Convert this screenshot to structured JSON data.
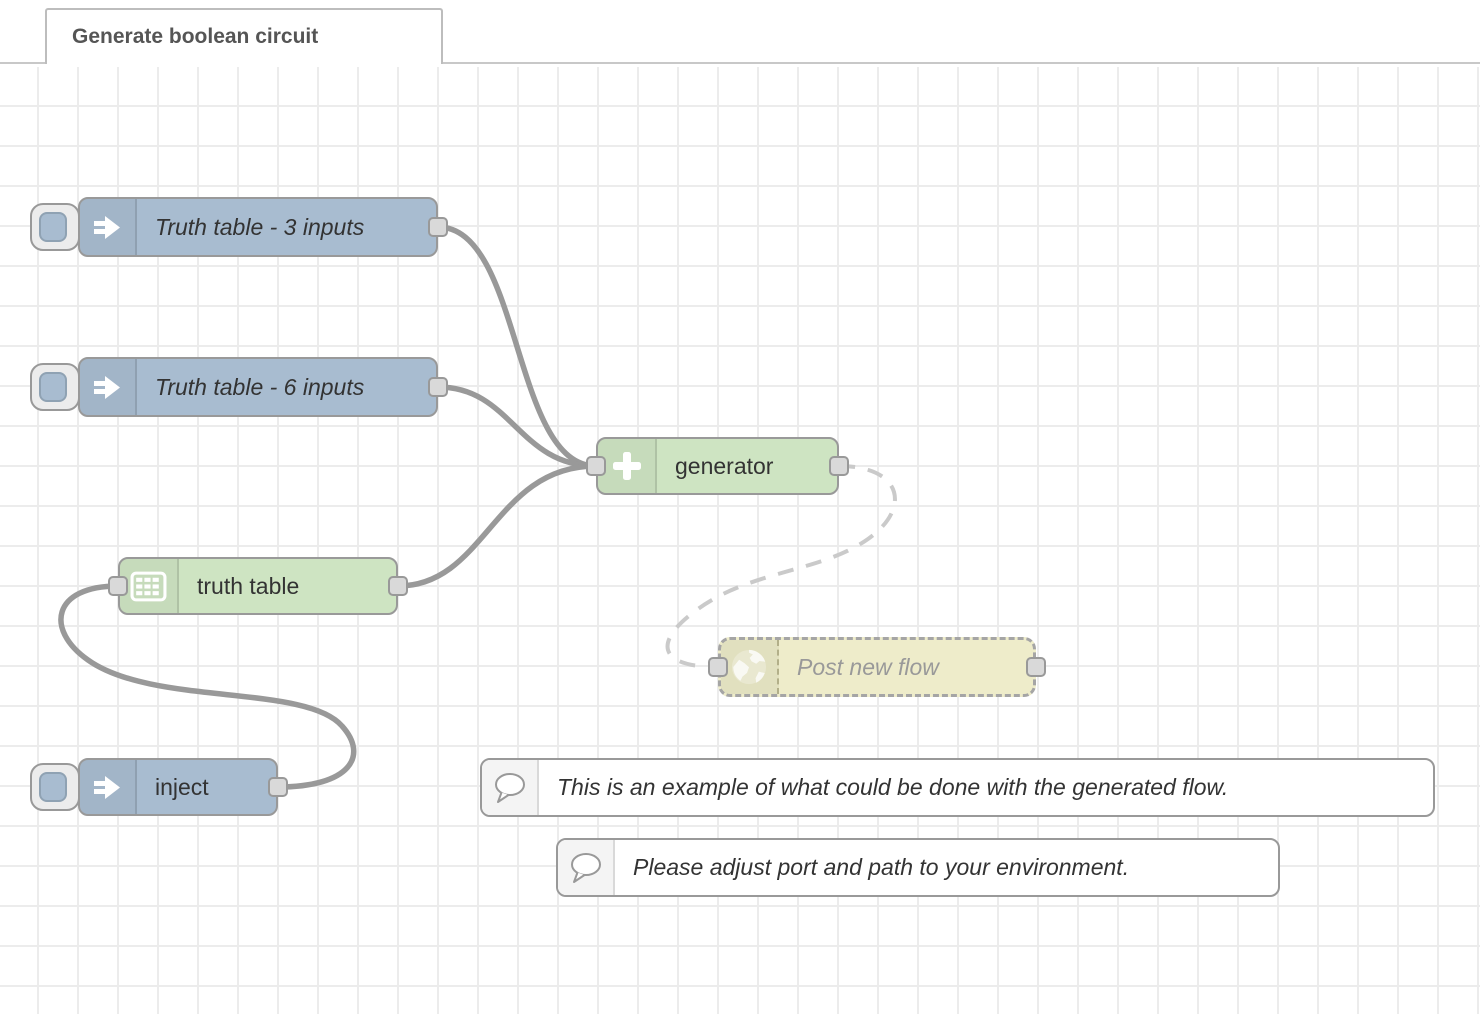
{
  "tab": {
    "label": "Generate boolean circuit"
  },
  "nodes": {
    "tt3": {
      "label": "Truth table - 3 inputs",
      "type": "inject",
      "icon": "inject-arrow-icon"
    },
    "tt6": {
      "label": "Truth table - 6 inputs",
      "type": "inject",
      "icon": "inject-arrow-icon"
    },
    "generator": {
      "label": "generator",
      "type": "function",
      "icon": "plus-icon"
    },
    "truth_table": {
      "label": "truth table",
      "type": "function",
      "icon": "table-grid-icon"
    },
    "post_new_flow": {
      "label": "Post new flow",
      "type": "http-request-disabled",
      "icon": "globe-icon"
    },
    "inject": {
      "label": "inject",
      "type": "inject",
      "icon": "inject-arrow-icon"
    },
    "comment1": {
      "label": "This is an example of what could be done with the generated flow.",
      "type": "comment",
      "icon": "speech-bubble-icon"
    },
    "comment2": {
      "label": "Please adjust port and path to your environment.",
      "type": "comment",
      "icon": "speech-bubble-icon"
    }
  },
  "wires": [
    {
      "from": "tt3",
      "to": "generator",
      "style": "solid"
    },
    {
      "from": "tt6",
      "to": "generator",
      "style": "solid"
    },
    {
      "from": "truth_table",
      "to": "generator",
      "style": "solid"
    },
    {
      "from": "generator",
      "to": "post_new_flow",
      "style": "dashed"
    },
    {
      "from": "inject",
      "to": "truth_table",
      "style": "solid"
    }
  ],
  "colors": {
    "inject_node": "#a8bcd0",
    "function_node": "#cee4c2",
    "disabled_node": "#eeecca",
    "comment_node": "#ffffff",
    "node_border": "#999999",
    "wire": "#999999",
    "wire_dashed": "#cacaca",
    "port_fill": "#d9d9d9",
    "label_text": "#333333",
    "disabled_label_text": "#999999",
    "tab_text": "#555555",
    "grid_line": "#ececec"
  }
}
